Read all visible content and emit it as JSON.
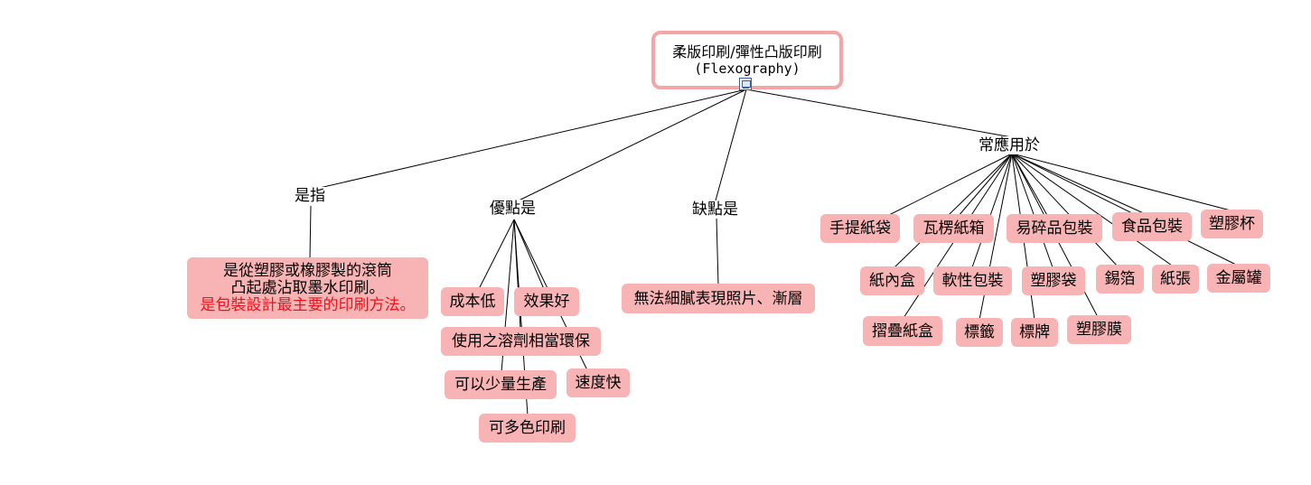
{
  "root": {
    "title": "柔版印刷/彈性凸版印刷",
    "subtitle": "(Flexography)",
    "icon": "concept-map-resource-icon"
  },
  "links": {
    "definition": "是指",
    "advantages": "優點是",
    "disadvantages": "缺點是",
    "applications": "常應用於"
  },
  "definition": {
    "line1": "是從塑膠或橡膠製的滾筒",
    "line2": "凸起處沾取墨水印刷。",
    "line3": "是包裝設計最主要的印刷方法。",
    "highlight_color": "#e8141e"
  },
  "advantages": [
    "成本低",
    "效果好",
    "使用之溶劑相當環保",
    "可以少量生產",
    "速度快",
    "可多色印刷"
  ],
  "disadvantages": [
    "無法細膩表現照片、漸層"
  ],
  "applications": [
    "手提紙袋",
    "瓦楞紙箱",
    "易碎品包裝",
    "食品包裝",
    "塑膠杯",
    "紙內盒",
    "軟性包裝",
    "塑膠袋",
    "錫箔",
    "紙張",
    "金屬罐",
    "摺疊紙盒",
    "標籤",
    "標牌",
    "塑膠膜"
  ],
  "colors": {
    "node_fill": "#f8b4b4",
    "root_border": "#f4a6a6",
    "line": "#000000"
  }
}
